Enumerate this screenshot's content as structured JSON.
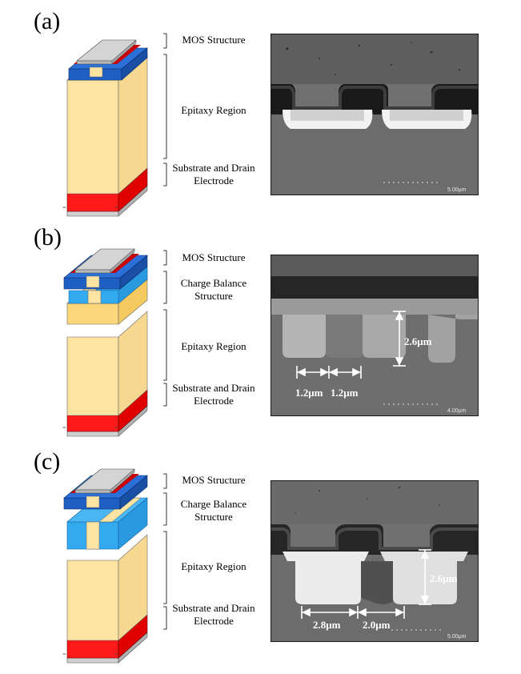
{
  "panels": [
    {
      "id": "a",
      "label": "(a)",
      "annotations": [
        "MOS Structure",
        "Epitaxy Region",
        "Substrate and Drain Electrode"
      ],
      "scale": "5.00μm",
      "dimensions": []
    },
    {
      "id": "b",
      "label": "(b)",
      "annotations": [
        "MOS Structure",
        "Charge Balance Structure",
        "Epitaxy Region",
        "Substrate and Drain Electrode"
      ],
      "scale": "4.00μm",
      "dimensions": [
        "2.6μm",
        "1.2μm",
        "1.2μm"
      ]
    },
    {
      "id": "c",
      "label": "(c)",
      "annotations": [
        "MOS Structure",
        "Charge Balance Structure",
        "Epitaxy Region",
        "Substrate and Drain Electrode"
      ],
      "scale": "5.00μm",
      "dimensions": [
        "2.6μm",
        "2.8μm",
        "2.0μm"
      ]
    }
  ],
  "colors": {
    "epitaxy": "#fde4a3",
    "substrate": "#ff0000",
    "charge_balance": "#33aaf0",
    "mos_blue": "#1f5fc4",
    "mos_red": "#cc0000",
    "electrode": "#c8c8c8"
  }
}
